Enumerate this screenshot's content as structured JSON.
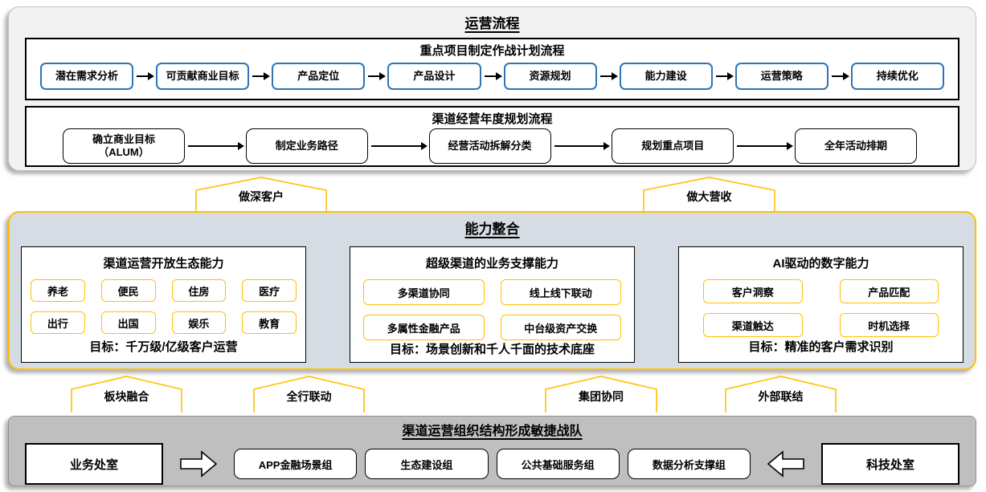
{
  "colors": {
    "accent_gold": "#FFC000",
    "flow_step_blue": "#2E75B6",
    "top_section_bg": "#F2F2F2",
    "middle_section_bg": "#D6DCE4",
    "bottom_section_bg": "#BFBFBF"
  },
  "top_section": {
    "title": "运营流程",
    "flow1": {
      "title": "重点项目制定作战计划流程",
      "steps": [
        "潜在需求分析",
        "可贡献商业目标",
        "产品定位",
        "产品设计",
        "资源规划",
        "能力建设",
        "运营策略",
        "持续优化"
      ]
    },
    "flow2": {
      "title": "渠道经营年度规划流程",
      "steps": [
        "确立商业目标\n（ALUM）",
        "制定业务路径",
        "经营活动拆解分类",
        "规划重点项目",
        "全年活动排期"
      ]
    }
  },
  "up_banners": [
    "做深客户",
    "做大营收"
  ],
  "middle_section": {
    "title": "能力整合",
    "panels": [
      {
        "title": "渠道运营开放生态能力",
        "cols": 4,
        "items": [
          "养老",
          "便民",
          "住房",
          "医疗",
          "出行",
          "出国",
          "娱乐",
          "教育"
        ],
        "goal": "目标：千万级/亿级客户运营"
      },
      {
        "title": "超级渠道的业务支撑能力",
        "cols": 2,
        "items": [
          "多渠道协同",
          "线上线下联动",
          "多属性金融产品",
          "中台级资产交换"
        ],
        "goal": "目标：场景创新和千人千面的技术底座"
      },
      {
        "title": "AI驱动的数字能力",
        "cols": 2,
        "items": [
          "客户洞察",
          "产品匹配",
          "渠道触达",
          "时机选择"
        ],
        "goal": "目标：精准的客户需求识别"
      }
    ]
  },
  "lower_banners": [
    "板块融合",
    "全行联动",
    "集团协同",
    "外部联结"
  ],
  "bottom_section": {
    "title": "渠道运营组织结构形成敏捷战队",
    "left_box": "业务处室",
    "teams": [
      "APP金融场景组",
      "生态建设组",
      "公共基础服务组",
      "数据分析支撑组"
    ],
    "right_box": "科技处室"
  }
}
